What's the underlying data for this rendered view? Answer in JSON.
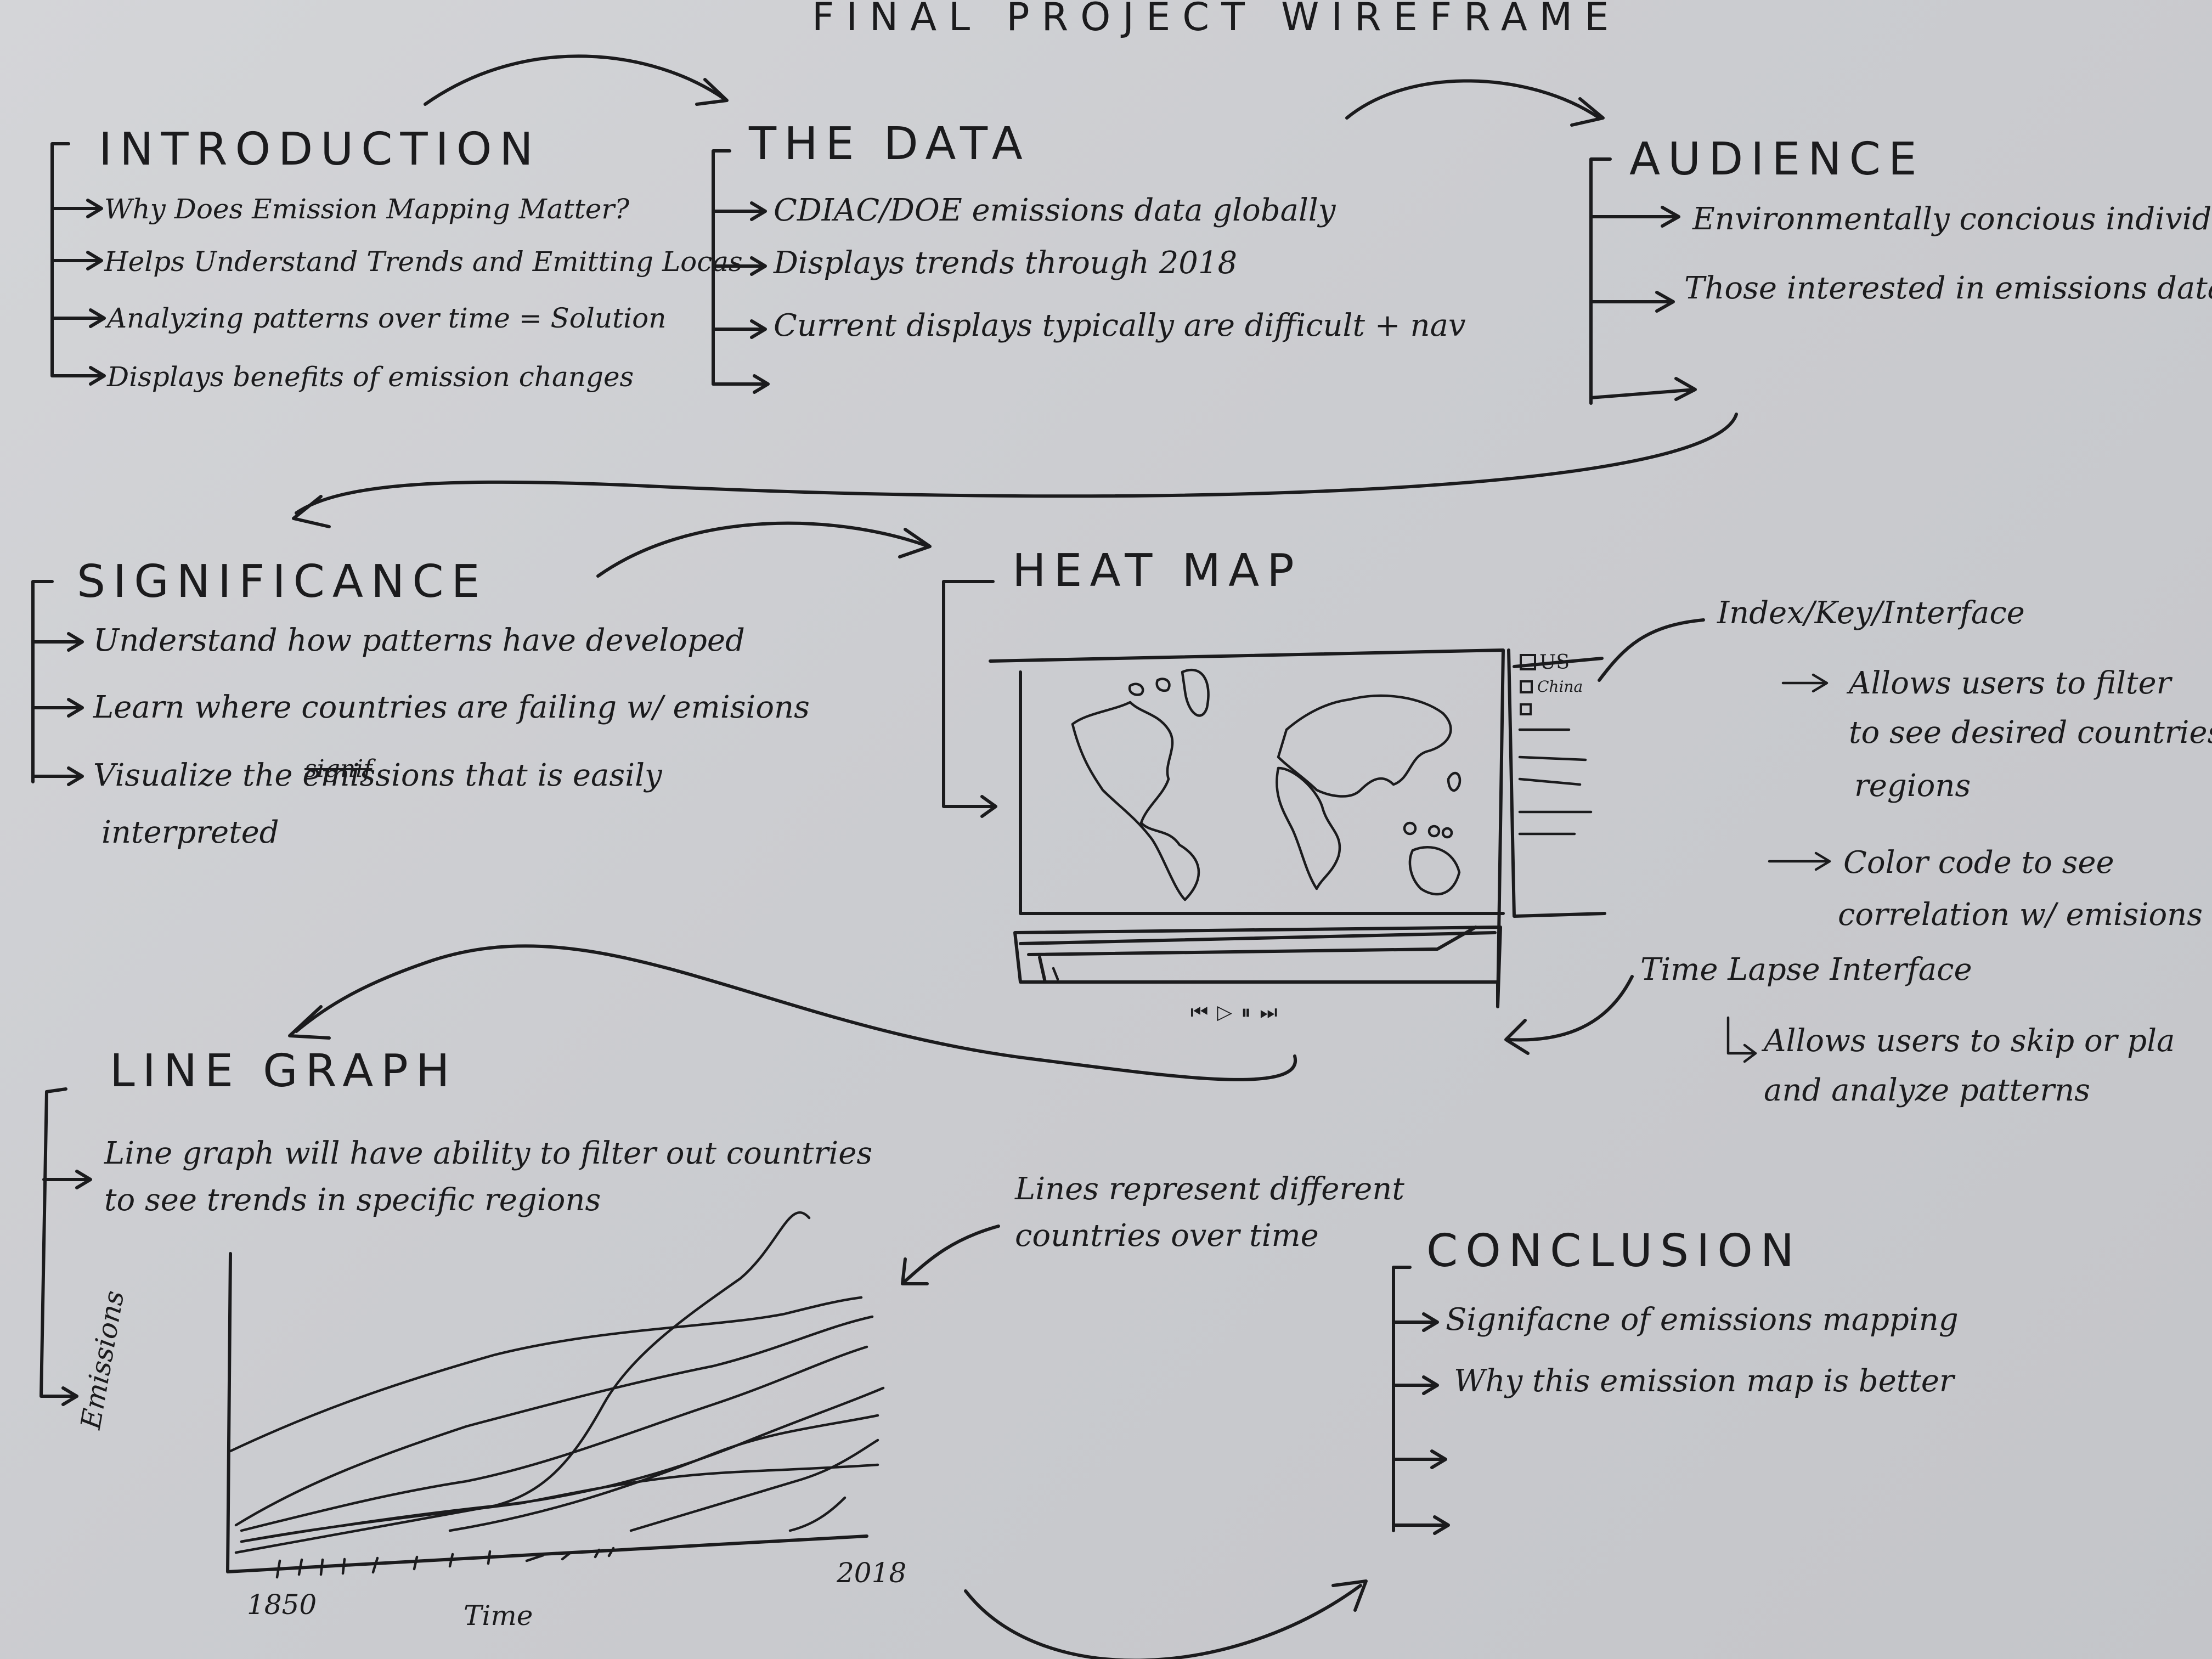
{
  "title": "FINAL PROJECT WIREFRAME",
  "sections": {
    "introduction": {
      "heading": "INTRODUCTION",
      "items": [
        "Why Does Emission Mapping Matter?",
        "Helps Understand Trends and Emitting Locas",
        "Analyzing patterns over time = Solution",
        "Displays benefits of emission changes"
      ]
    },
    "the_data": {
      "heading": "THE DATA",
      "items": [
        "CDIAC/DOE emissions data globally",
        "Displays trends through 2018",
        "Current displays typically are difficult + nav"
      ]
    },
    "audience": {
      "heading": "AUDIENCE",
      "items": [
        "Environmentally concious individual",
        "Those interested in emissions data"
      ]
    },
    "significance": {
      "heading": "SIGNIFICANCE",
      "items": [
        "Understand how patterns have developed",
        "Learn where countries are failing w/ emisions",
        "Visualize the emissions that is easily",
        "interpreted"
      ],
      "strikethrough": "signif"
    },
    "heat_map": {
      "heading": "HEAT MAP",
      "index_label": "Index/Key/Interface",
      "index_notes": [
        "Allows users to filter",
        "to see desired countries",
        "regions",
        "Color code to see",
        "correlation w/ emisions"
      ],
      "key_items": [
        "US",
        "China"
      ],
      "controls": [
        "⏮",
        "▷",
        "⏸",
        "⏭"
      ],
      "timelapse_label": "Time Lapse Interface",
      "timelapse_notes": [
        "Allows users to skip or pla",
        "and analyze patterns"
      ]
    },
    "line_graph": {
      "heading": "LINE GRAPH",
      "items": [
        "Line graph will have ability to filter out countries",
        "to see trends in specific regions"
      ],
      "annotation": [
        "Lines represent different",
        "countries over time"
      ]
    },
    "conclusion": {
      "heading": "CONCLUSION",
      "items": [
        "Signifacne of emissions mapping",
        "Why this emission map is better"
      ]
    }
  },
  "chart_data": {
    "type": "line",
    "title": "",
    "xlabel": "Time",
    "ylabel": "Emissions",
    "x_start_label": "1850",
    "x_end_label": "2018"
  }
}
